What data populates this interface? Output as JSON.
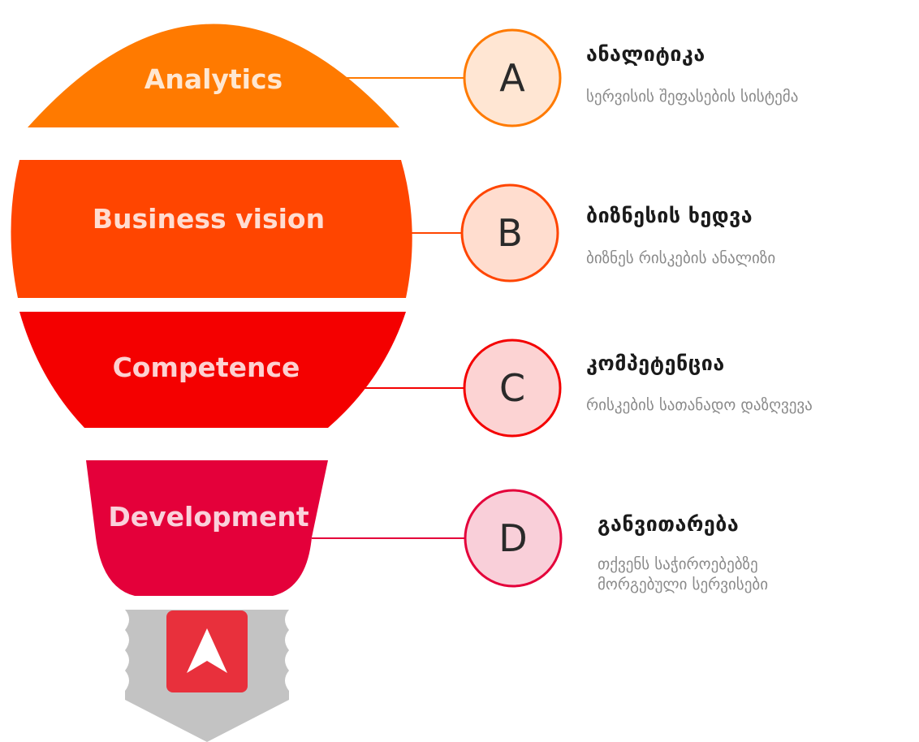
{
  "colors": {
    "analytics": "#FF7A00",
    "business_vision": "#FF4500",
    "competence": "#F40000",
    "development": "#E4003A",
    "base_gray": "#C3C3C3",
    "logo_red": "#E8303C"
  },
  "segments": [
    {
      "label": "Analytics"
    },
    {
      "label": "Business vision"
    },
    {
      "label": "Competence"
    },
    {
      "label": "Development"
    }
  ],
  "items": [
    {
      "letter": "A",
      "title": "ანალიტიკა",
      "description": "სერვისის შეფასების სისტემა"
    },
    {
      "letter": "B",
      "title": "ბიზნესის ხედვა",
      "description": "ბიზნეს რისკების  ანალიზი"
    },
    {
      "letter": "C",
      "title": "კომპეტენცია",
      "description": "რისკების სათანადო დაზღვევა"
    },
    {
      "letter": "D",
      "title": "განვითარება",
      "description": "თქვენს საჭიროებებზე",
      "description_line2": "მორგებული სერვისები"
    }
  ],
  "logo": {
    "icon": "navigation-arrow-icon"
  }
}
